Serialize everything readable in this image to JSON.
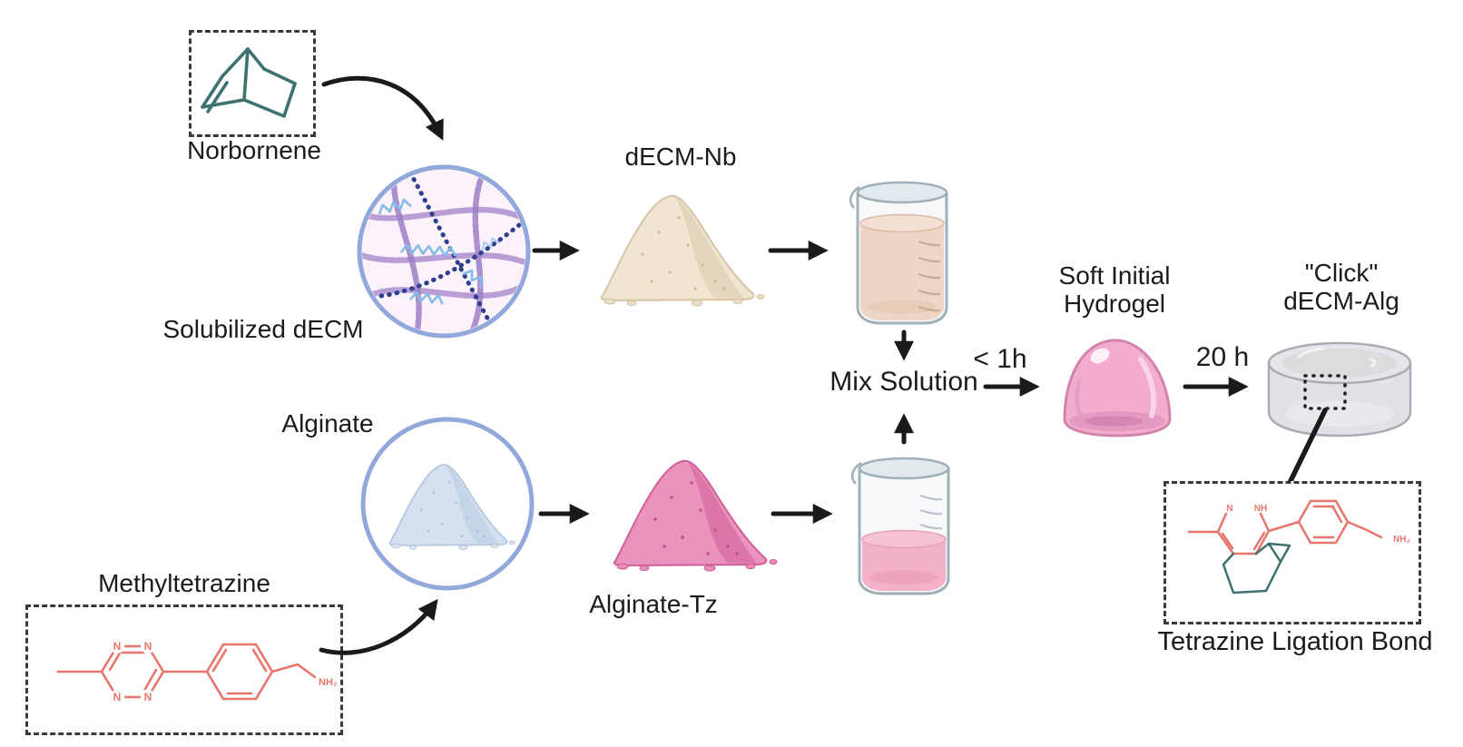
{
  "diagram": {
    "description": "Click chemistry workflow for dECM-Alginate hydrogel formation"
  },
  "nodes": {
    "norbornene": {
      "label": "Norbornene"
    },
    "solubilized_decm": {
      "label": "Solubilized dECM"
    },
    "decm_nb": {
      "label": "dECM-Nb"
    },
    "methyltetrazine": {
      "label": "Methyltetrazine"
    },
    "alginate": {
      "label": "Alginate"
    },
    "alginate_tz": {
      "label": "Alginate-Tz"
    },
    "mix_solution": {
      "label": "Mix Solution"
    },
    "soft_hydrogel": {
      "label_line1": "Soft Initial",
      "label_line2": "Hydrogel"
    },
    "click_decm_alg": {
      "label_line1": "\"Click\"",
      "label_line2": "dECM-Alg"
    },
    "tetrazine_bond": {
      "label": "Tetrazine Ligation Bond"
    }
  },
  "annotations": {
    "mix_time": "< 1h",
    "click_time": "20 h"
  },
  "atoms": {
    "n1": "N",
    "n2": "N",
    "n3": "N",
    "n4": "N",
    "amine": "NH₂",
    "bond_n": "N",
    "bond_nh": "NH",
    "bond_amine": "NH₂"
  },
  "colors": {
    "arrow": "#1a1a1a",
    "text": "#1b1b1b",
    "molecule_teal": "#3d7270",
    "molecule_salmon": "#e8756b",
    "circle_border": "#92a8da",
    "decm_fill": "#fcf3fa",
    "fiber_purple": "#b195d1",
    "fiber_navy": "#2e3f8e",
    "fiber_blue": "#83bbe9",
    "powder_beige": "#efe5d1",
    "powder_blue": "#d6e1ef",
    "powder_pink": "#ea93bc",
    "liquid_tan": "#eed6c4",
    "liquid_pink": "#f4b2c8",
    "glass_edge": "#9fb0b8",
    "hydrogel_pink": "#f1adcb",
    "hydrogel_edge": "#d283ad",
    "cylinder_gray": "#e0e0e4",
    "cylinder_edge": "#ababb4"
  }
}
